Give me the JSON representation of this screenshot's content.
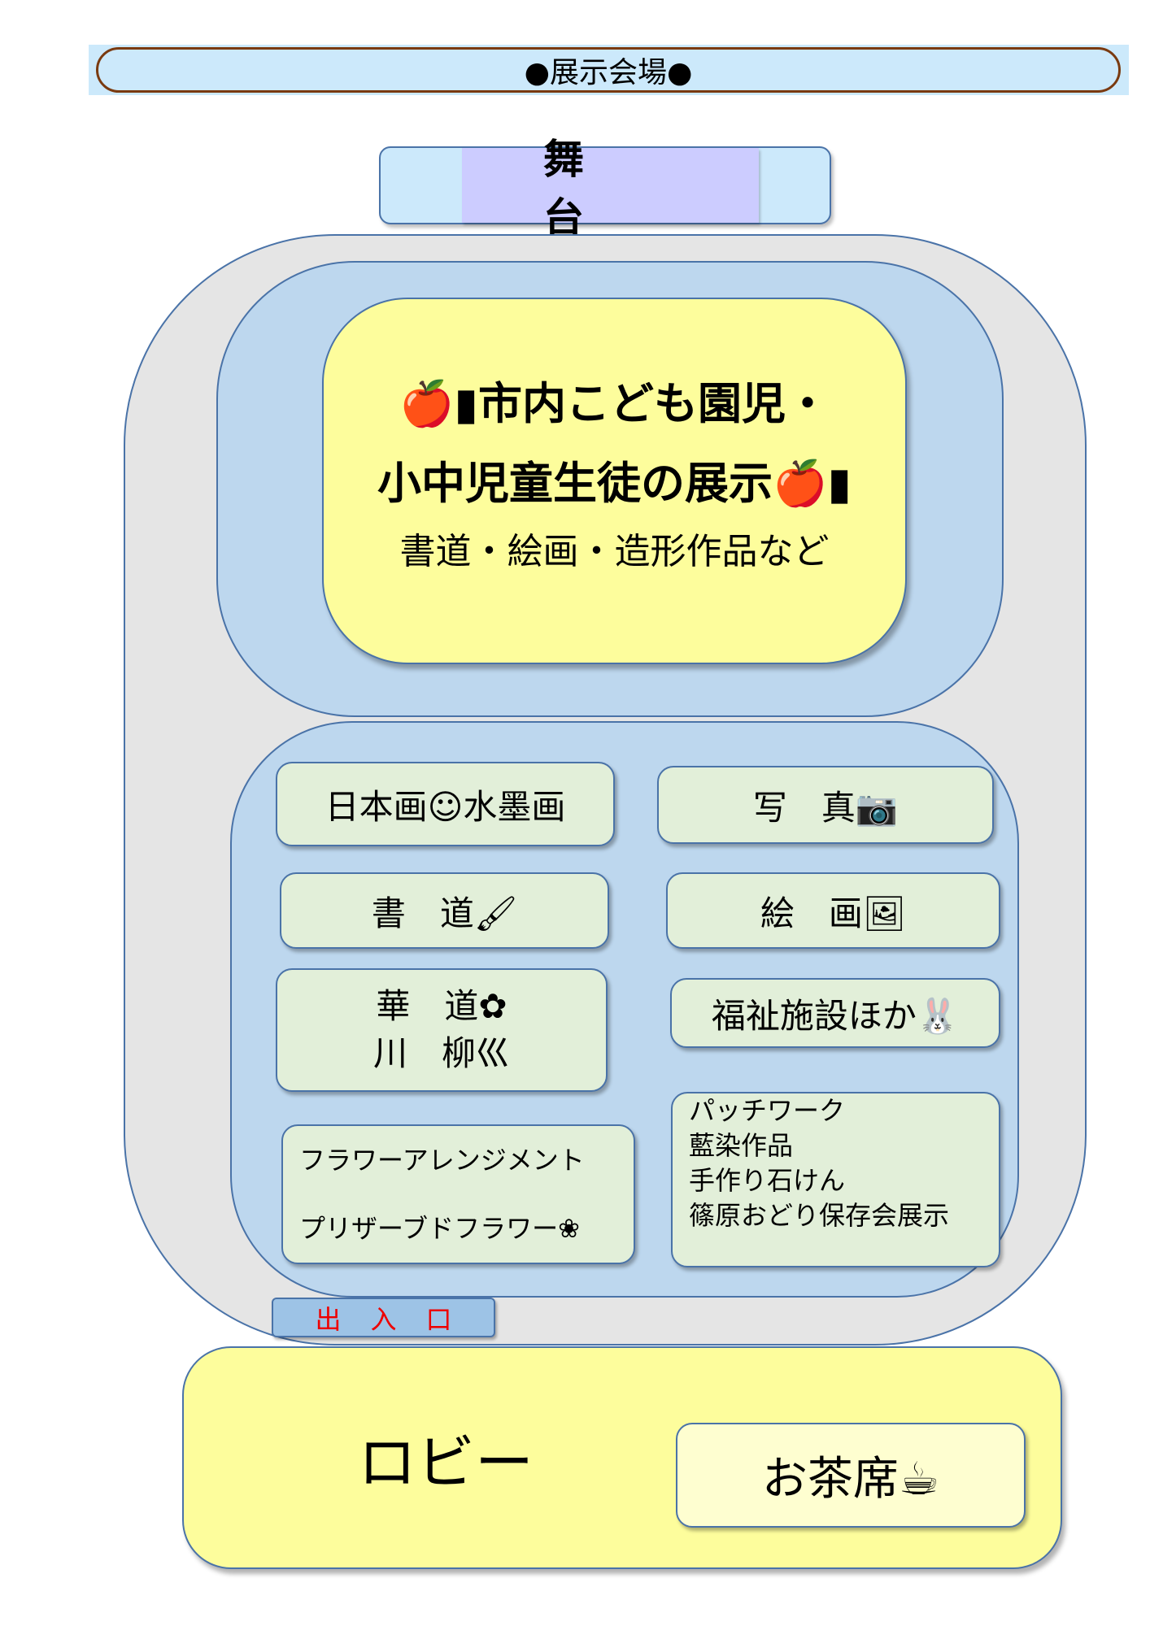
{
  "title": "●展示会場●",
  "stage": "舞台",
  "main_exhibit": {
    "line1": "🍎▮市内こども園児・",
    "line2": "小中児童生徒の展示🍎▮",
    "line3": "書道・絵画・造形作品など"
  },
  "booths": [
    {
      "label": "日本画☺水墨画"
    },
    {
      "label": "写　真📷"
    },
    {
      "label": "書　道🖌"
    },
    {
      "label": "絵　画🖼"
    },
    {
      "label1": "華　道✿",
      "label2": "川　柳巛"
    },
    {
      "label": "福祉施設ほか🐰"
    },
    {
      "label1": "フラワーアレンジメント",
      "label2": "プリザーブドフラワー❀"
    },
    {
      "lines": [
        "パッチワーク",
        "藍染作品",
        "手作り石けん",
        "篠原おどり保存会展示"
      ]
    }
  ],
  "entrance": "出入口",
  "lobby": "ロビー",
  "tea": "お茶席☕"
}
